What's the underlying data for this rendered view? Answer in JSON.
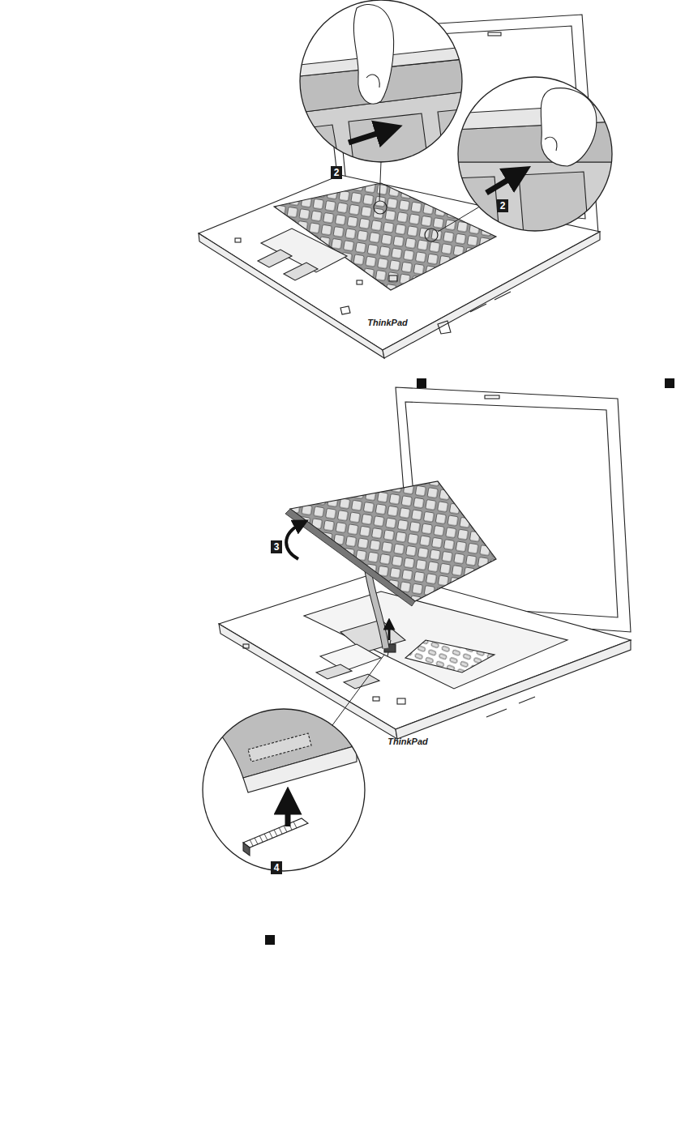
{
  "diagram": {
    "labels": [
      "2",
      "2",
      "3",
      "4",
      "ThinkPad",
      "ThinkPad"
    ]
  }
}
